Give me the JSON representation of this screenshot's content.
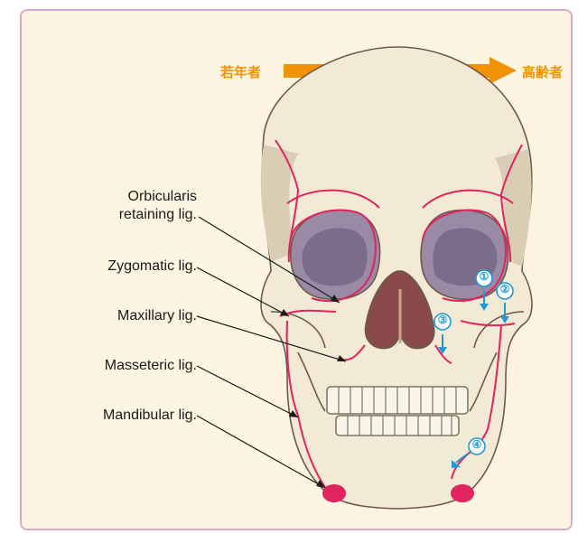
{
  "age_axis": {
    "young_label": "若年者",
    "old_label": "高齢者",
    "arrow_color": "#f0920a"
  },
  "ligaments": [
    {
      "line1": "Orbicularis",
      "line2": "retaining lig."
    },
    {
      "line1": "Zygomatic lig."
    },
    {
      "line1": "Maxillary lig."
    },
    {
      "line1": "Masseteric lig."
    },
    {
      "line1": "Mandibular lig."
    }
  ],
  "descent_markers": [
    "①",
    "②",
    "③",
    "④"
  ],
  "colors": {
    "panel_bg": "#fdf5e2",
    "panel_border": "#d9a8c8",
    "bone": "#f3ead6",
    "bone_outline": "#6b5a4a",
    "ligament_line": "#e0245e",
    "ligament_dot": "#e0245e",
    "descent_arrow": "#1e9ad6"
  }
}
